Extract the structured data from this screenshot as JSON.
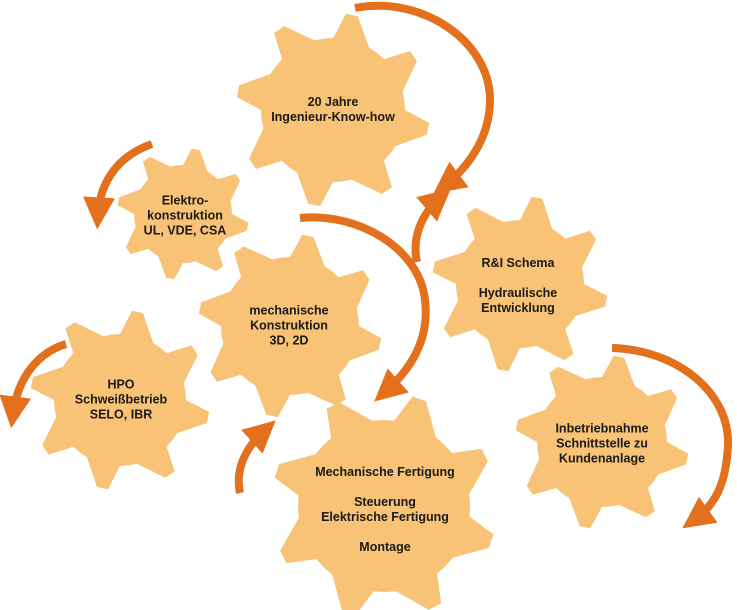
{
  "colors": {
    "gear": "#f8c377",
    "arrow": "#e2701c"
  },
  "gears": [
    {
      "id": "engineering",
      "lines": [
        "20 Jahre",
        "Ingenieur-Know-how"
      ]
    },
    {
      "id": "electrical",
      "lines": [
        "Elektro-",
        "konstruktion",
        "UL, VDE, CSA"
      ]
    },
    {
      "id": "mechanical",
      "lines": [
        "mechanische",
        "Konstruktion",
        "3D, 2D"
      ]
    },
    {
      "id": "hydraulic",
      "lines": [
        "R&I Schema",
        "",
        "Hydraulische",
        "Entwicklung"
      ]
    },
    {
      "id": "welding",
      "lines": [
        "HPO",
        "Schweißbetrieb",
        "SELO, IBR"
      ]
    },
    {
      "id": "manufacturing",
      "lines": [
        "Mechanische Fertigung",
        "",
        "Steuerung",
        "Elektrische Fertigung",
        "",
        "Montage"
      ]
    },
    {
      "id": "commissioning",
      "lines": [
        "Inbetriebnahme",
        "Schnittstelle zu",
        "Kundenanlage"
      ]
    }
  ]
}
